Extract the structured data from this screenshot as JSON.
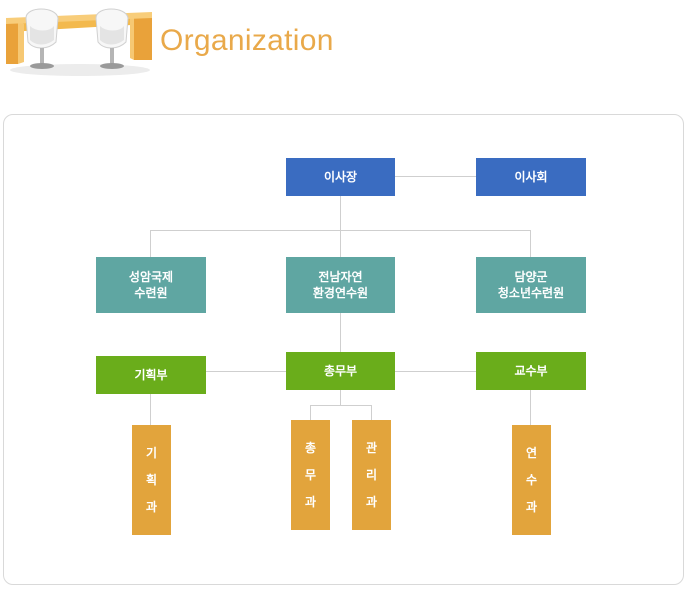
{
  "page": {
    "title": "Organization"
  },
  "org": {
    "chairman": "이사장",
    "board": "이사회",
    "centers": [
      {
        "label": "성암국제\n수련원"
      },
      {
        "label": "전남자연\n환경연수원"
      },
      {
        "label": "담양군\n청소년수련원"
      }
    ],
    "departments": [
      {
        "label": "기획부"
      },
      {
        "label": "총무부"
      },
      {
        "label": "교수부"
      }
    ],
    "sections": [
      {
        "label": "기\n획\n과"
      },
      {
        "label": "총\n무\n과"
      },
      {
        "label": "관\n리\n과"
      },
      {
        "label": "연\n수\n과"
      }
    ]
  },
  "colors": {
    "top": "#3a6cc1",
    "center": "#5fa6a2",
    "department": "#6aad1b",
    "section": "#e2a43c",
    "title": "#e9a94a"
  }
}
